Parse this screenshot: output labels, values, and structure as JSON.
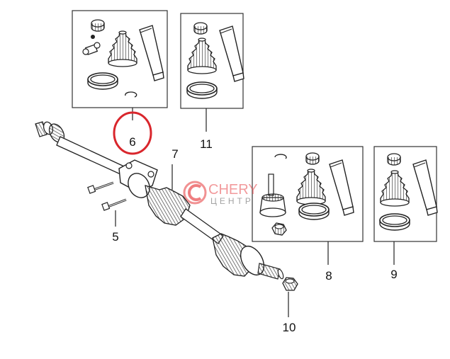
{
  "callouts": [
    "6",
    "11",
    "7",
    "5",
    "8",
    "9",
    "10"
  ],
  "watermark": {
    "brand": "CHERY",
    "sub": "ЦЕНТР"
  },
  "colors": {
    "highlight_circle": "#d9262c",
    "line": "#222222",
    "watermark_red": "#e8474a"
  },
  "icons": [
    "cv-joint-kit-6",
    "cv-joint-kit-11",
    "cv-joint-kit-8",
    "cv-joint-kit-9",
    "drive-shaft",
    "bolt",
    "nut",
    "watermark-logo"
  ]
}
